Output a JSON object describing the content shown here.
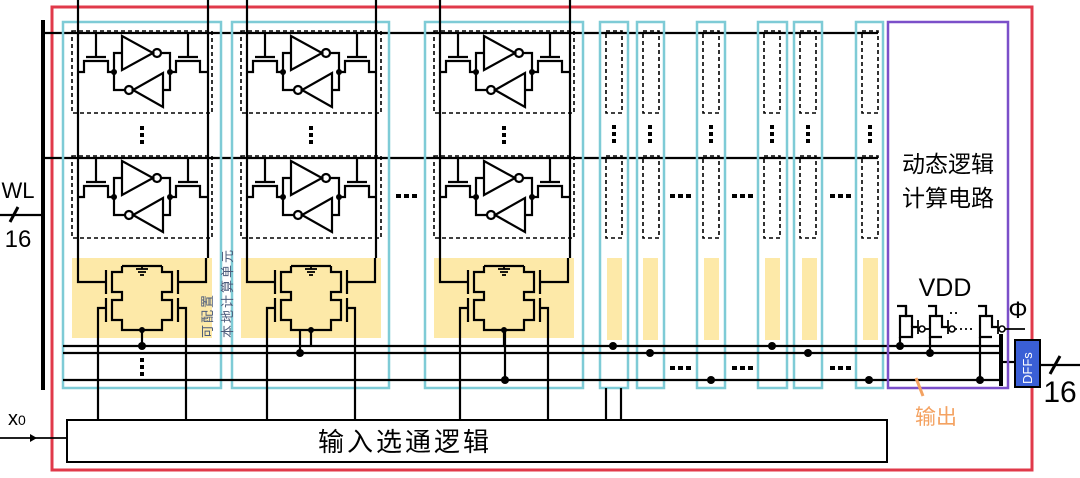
{
  "wordline": {
    "label": "WL",
    "width": "16"
  },
  "input_signal": {
    "name": "x",
    "subscript": "0"
  },
  "input_logic": {
    "label": "输入选通逻辑"
  },
  "compute_unit": {
    "line1": "可配置",
    "line2": "本地计算单元"
  },
  "dynamic_logic": {
    "line1": "动态逻辑",
    "line2": "计算电路",
    "vdd": "VDD",
    "clock": "Φ"
  },
  "dffs": {
    "label": "DFFs",
    "output_width": "16"
  },
  "output": {
    "label": "输出"
  },
  "colors": {
    "outer_border": "#e0394a",
    "column_border": "#7ecbd6",
    "compute_fill": "#fde9a8",
    "dynamic_border": "#7b4fc9",
    "dff_fill": "#3a5fd6",
    "output_label": "#f4a261"
  }
}
